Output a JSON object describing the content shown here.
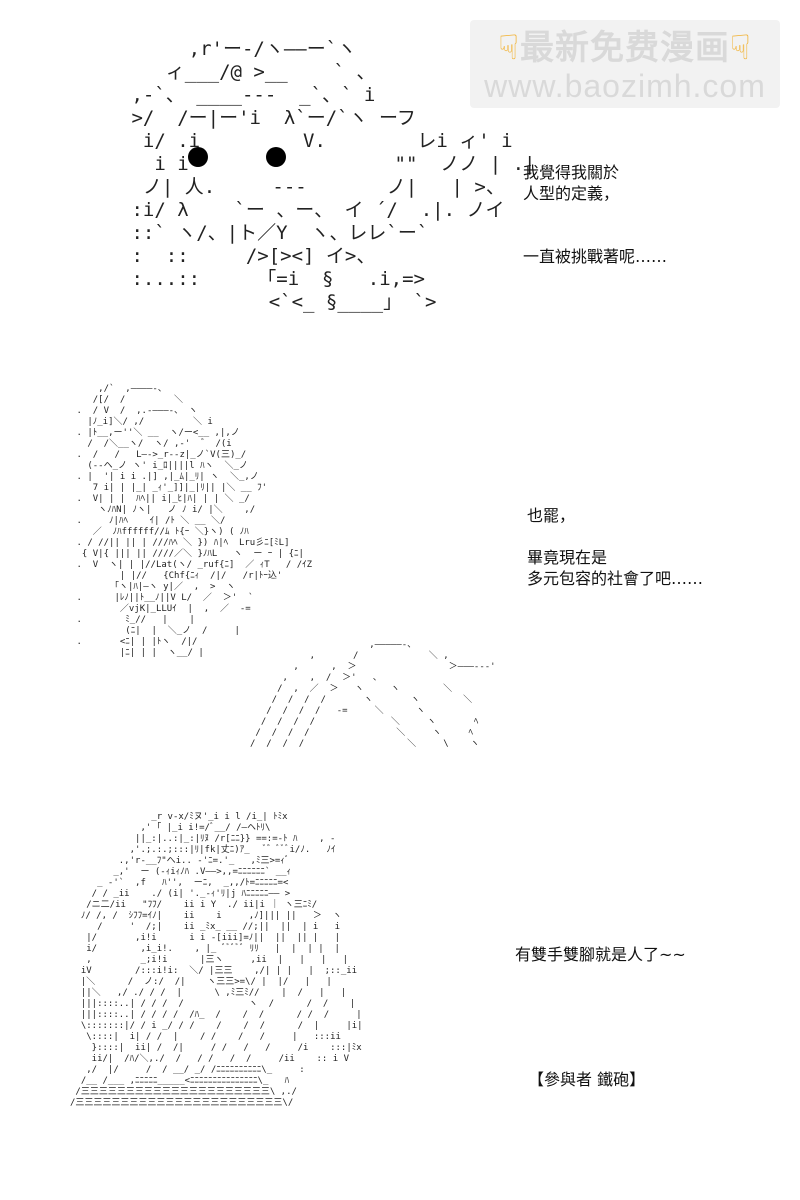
{
  "watermark": {
    "line1": "最新免费漫画",
    "line2": "www.baozimh.com"
  },
  "panel1": {
    "lines": [
      "我覺得我關於",
      "人型的定義，",
      "",
      "",
      "一直被挑戰著呢……"
    ]
  },
  "panel2": {
    "lines": [
      "也罷，",
      "",
      "畢竟現在是",
      "多元包容的社會了吧……"
    ]
  },
  "panel3": {
    "line1": "有雙手雙腳就是人了~~",
    "credit": "【參與者  鐵砲】"
  }
}
